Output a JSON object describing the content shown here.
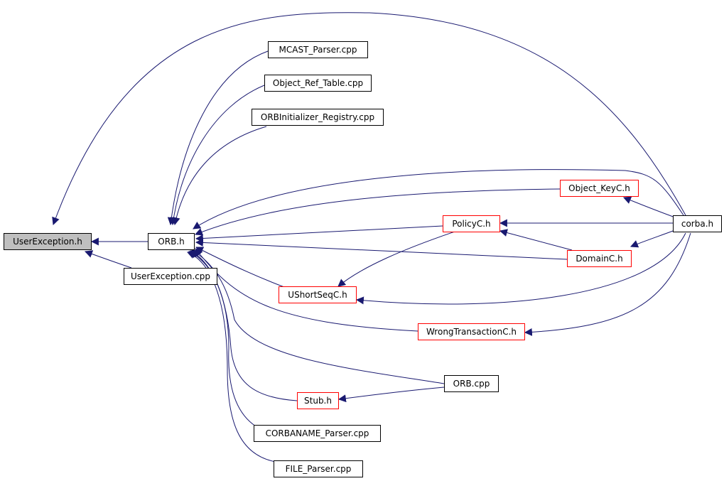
{
  "colors": {
    "edge": "#191970",
    "node_border": "#000000",
    "node_border_incomplete": "#ff0000",
    "focus_fill": "#bfbfbf"
  },
  "nodes": {
    "user_exception_h": "UserException.h",
    "orb_h": "ORB.h",
    "user_exception_cpp": "UserException.cpp",
    "mcast_parser_cpp": "MCAST_Parser.cpp",
    "object_ref_table_cpp": "Object_Ref_Table.cpp",
    "orbinitializer_registry_cpp": "ORBInitializer_Registry.cpp",
    "object_keyc_h": "Object_KeyC.h",
    "policyc_h": "PolicyC.h",
    "corba_h": "corba.h",
    "domainc_h": "DomainC.h",
    "ushortseqc_h": "UShortSeqC.h",
    "wrongtransactionc_h": "WrongTransactionC.h",
    "orb_cpp": "ORB.cpp",
    "stub_h": "Stub.h",
    "corbaname_parser_cpp": "CORBANAME_Parser.cpp",
    "file_parser_cpp": "FILE_Parser.cpp"
  }
}
